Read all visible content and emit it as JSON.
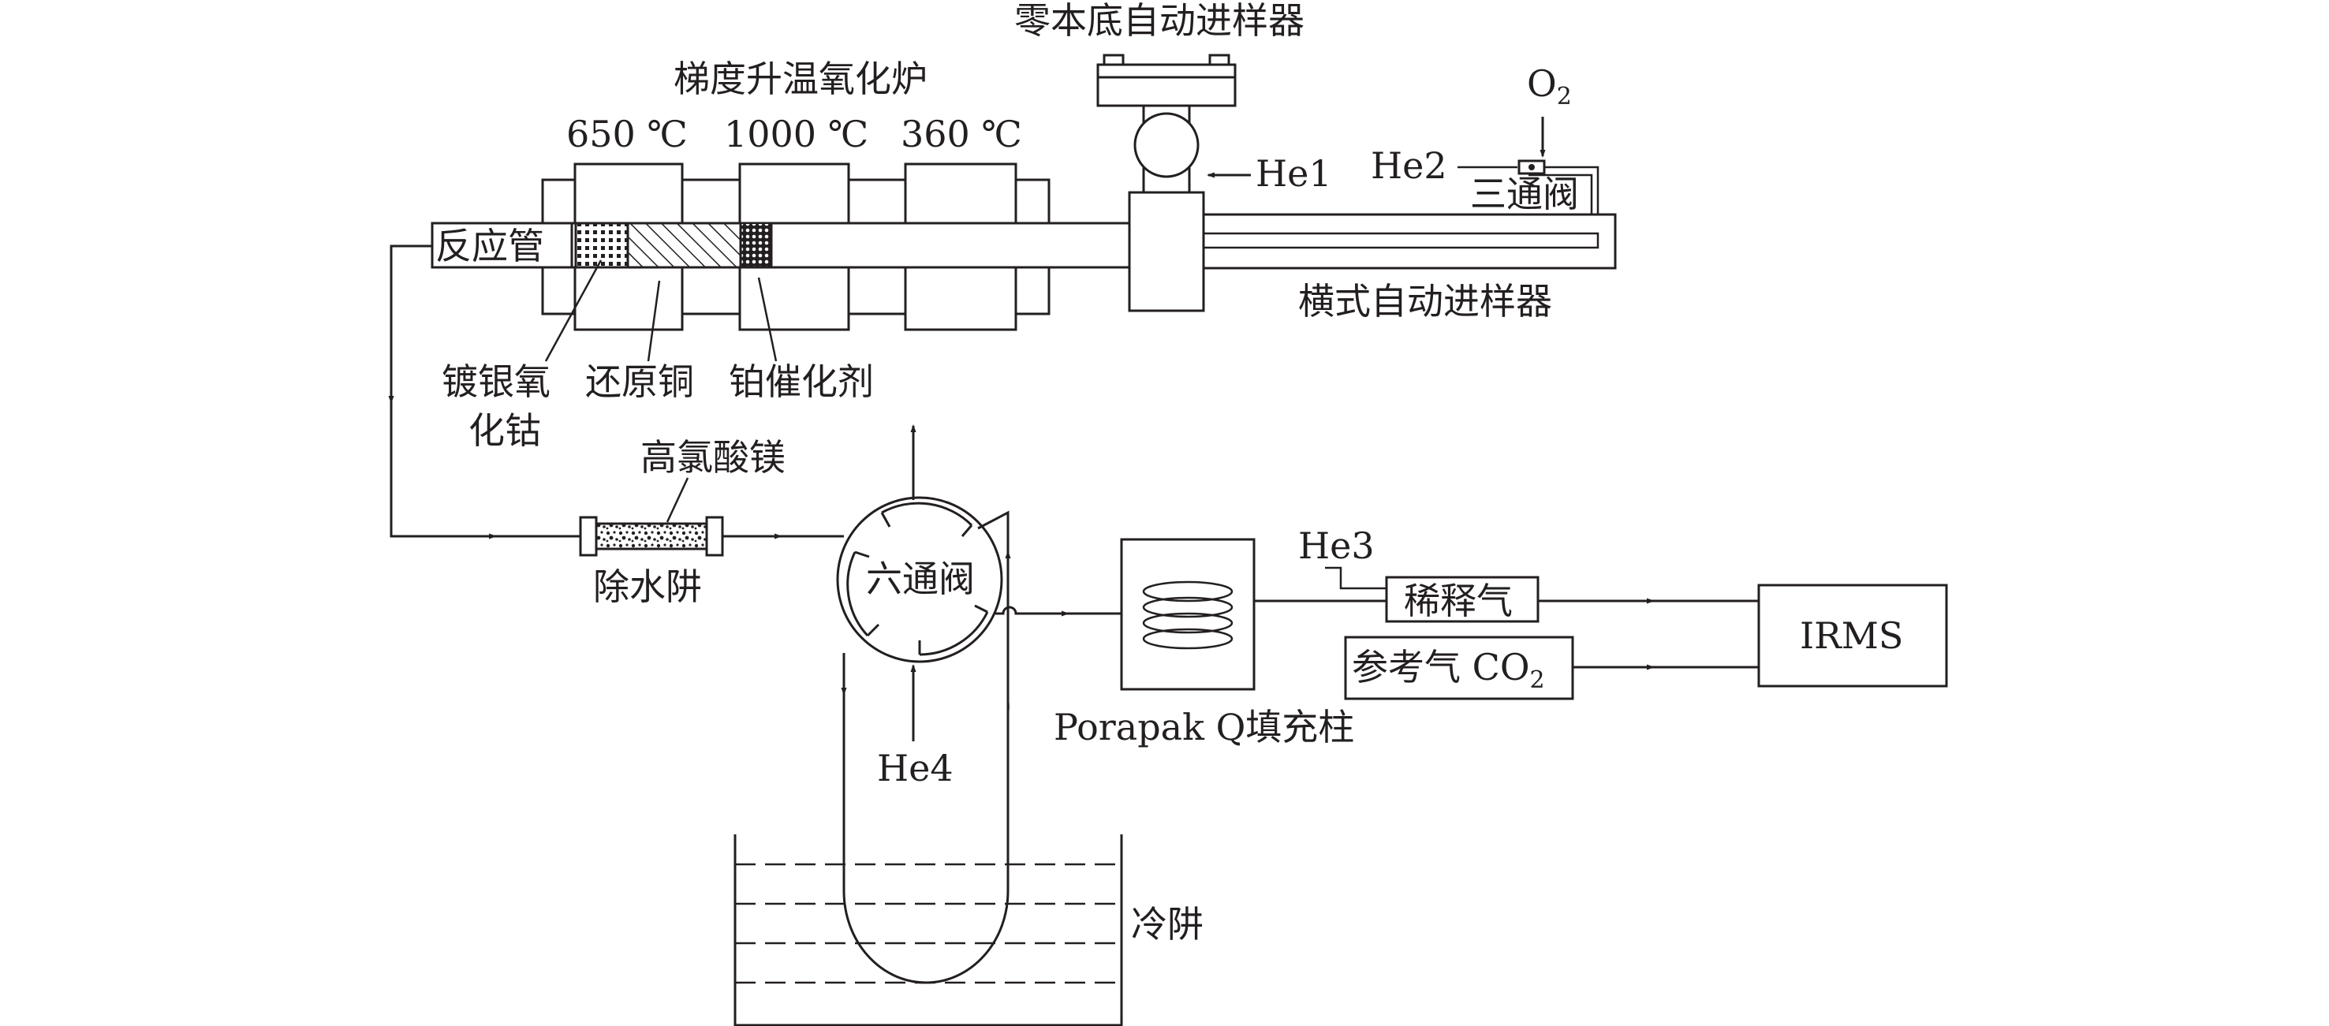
{
  "labels": {
    "furnace_title": "梯度升温氧化炉",
    "temp_1": "650 ℃",
    "temp_2": "1000 ℃",
    "temp_3": "360 ℃",
    "zero_blank_sampler": "零本底自动进样器",
    "he1": "He1",
    "he2": "He2",
    "o2_main": "O",
    "o2_sub": "2",
    "three_way_valve": "三通阀",
    "reaction_tube": "反应管",
    "horizontal_sampler": "横式自动进样器",
    "catalyst_1_line1": "镀银氧",
    "catalyst_1_line2": "化钴",
    "catalyst_2": "还原铜",
    "catalyst_3": "铂催化剂",
    "mg_perchlorate": "高氯酸镁",
    "water_trap": "除水阱",
    "six_way_valve": "六通阀",
    "he3": "He3",
    "dilution_gas": "稀释气",
    "irms": "IRMS",
    "reference_gas_main": "参考气 CO",
    "reference_gas_sub": "2",
    "porapak_column": "Porapak Q填充柱",
    "he4": "He4",
    "cold_trap": "冷阱"
  }
}
